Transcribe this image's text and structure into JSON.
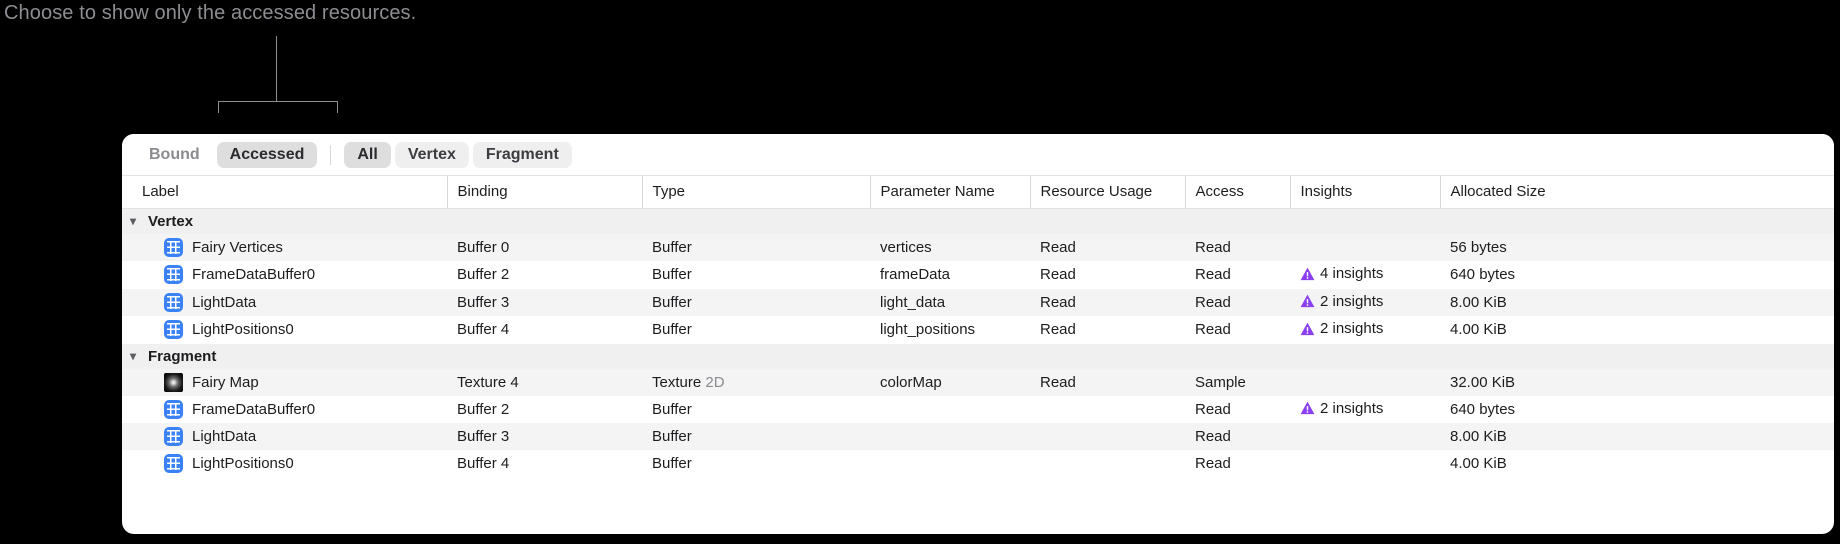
{
  "caption": "Choose to show only the accessed resources.",
  "toolbar": {
    "items": [
      {
        "label": "Bound",
        "state": "plain"
      },
      {
        "label": "Accessed",
        "state": "sel"
      },
      {
        "label": "All",
        "state": "sel"
      },
      {
        "label": "Vertex",
        "state": "soft"
      },
      {
        "label": "Fragment",
        "state": "soft"
      }
    ]
  },
  "table": {
    "columns": [
      "Label",
      "Binding",
      "Type",
      "Parameter Name",
      "Resource Usage",
      "Access",
      "Insights",
      "Allocated Size"
    ],
    "groups": [
      {
        "name": "Vertex",
        "rows": [
          {
            "icon": "buffer-icon",
            "label": "Fairy Vertices",
            "binding": "Buffer 0",
            "type": "Buffer",
            "type_suffix": "",
            "parameter": "vertices",
            "usage": "Read",
            "access": "Read",
            "insights": "",
            "size": "56 bytes"
          },
          {
            "icon": "buffer-icon",
            "label": "FrameDataBuffer0",
            "binding": "Buffer 2",
            "type": "Buffer",
            "type_suffix": "",
            "parameter": "frameData",
            "usage": "Read",
            "access": "Read",
            "insights": "4 insights",
            "size": "640 bytes"
          },
          {
            "icon": "buffer-icon",
            "label": "LightData",
            "binding": "Buffer 3",
            "type": "Buffer",
            "type_suffix": "",
            "parameter": "light_data",
            "usage": "Read",
            "access": "Read",
            "insights": "2 insights",
            "size": "8.00 KiB"
          },
          {
            "icon": "buffer-icon",
            "label": "LightPositions0",
            "binding": "Buffer 4",
            "type": "Buffer",
            "type_suffix": "",
            "parameter": "light_positions",
            "usage": "Read",
            "access": "Read",
            "insights": "2 insights",
            "size": "4.00 KiB"
          }
        ]
      },
      {
        "name": "Fragment",
        "rows": [
          {
            "icon": "texture-thumbnail",
            "label": "Fairy Map",
            "binding": "Texture 4",
            "type": "Texture",
            "type_suffix": "2D",
            "parameter": "colorMap",
            "usage": "Read",
            "access": "Sample",
            "insights": "",
            "size": "32.00 KiB"
          },
          {
            "icon": "buffer-icon",
            "label": "FrameDataBuffer0",
            "binding": "Buffer 2",
            "type": "Buffer",
            "type_suffix": "",
            "parameter": "",
            "usage": "",
            "access": "Read",
            "insights": "2 insights",
            "size": "640 bytes"
          },
          {
            "icon": "buffer-icon",
            "label": "LightData",
            "binding": "Buffer 3",
            "type": "Buffer",
            "type_suffix": "",
            "parameter": "",
            "usage": "",
            "access": "Read",
            "insights": "",
            "size": "8.00 KiB"
          },
          {
            "icon": "buffer-icon",
            "label": "LightPositions0",
            "binding": "Buffer 4",
            "type": "Buffer",
            "type_suffix": "",
            "parameter": "",
            "usage": "",
            "access": "Read",
            "insights": "",
            "size": "4.00 KiB"
          }
        ]
      }
    ]
  },
  "colors": {
    "accent_buffer": "#3b82f6",
    "insight_warning": "#8b3ff0",
    "selected_segment": "#dededf",
    "caption_text": "#8d8d92"
  }
}
